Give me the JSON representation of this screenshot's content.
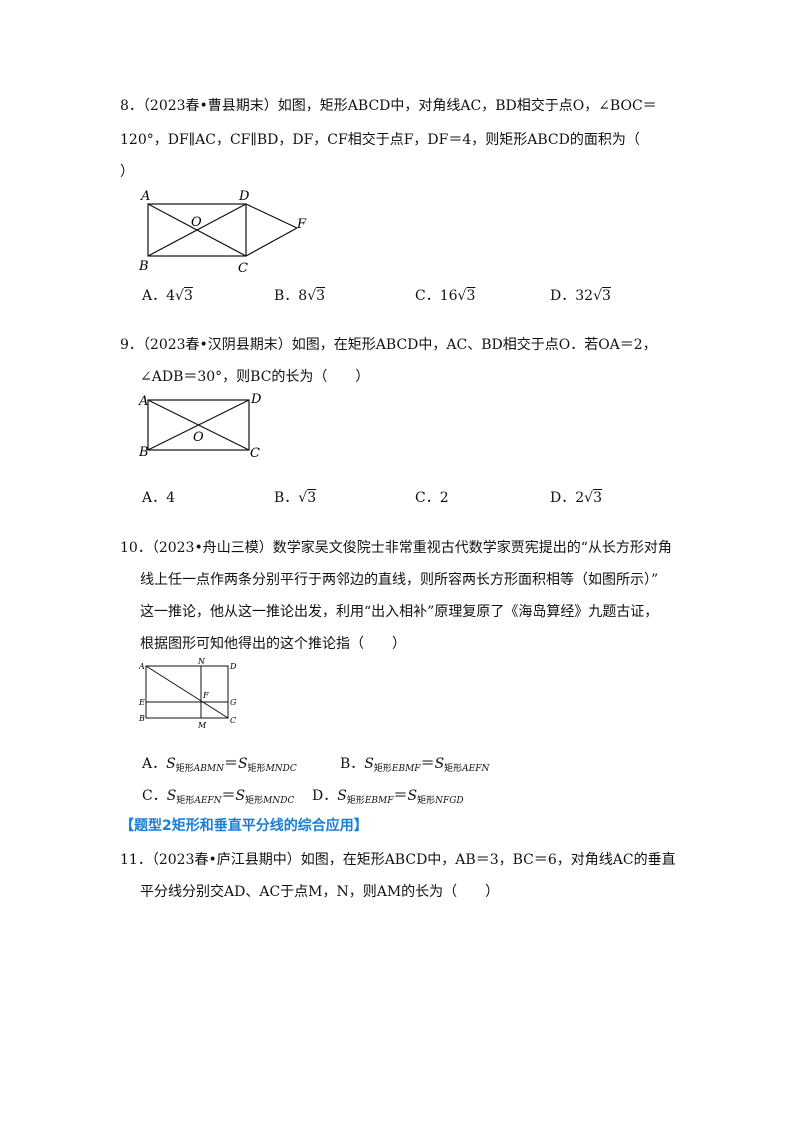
{
  "q8": {
    "line1": "8．（2023春•曹县期末）如图，矩形ABCD中，对角线AC，BD相交于点O，∠BOC＝",
    "line2": "120°，DF∥AC，CF∥BD，DF，CF相交于点F，DF＝4，则矩形ABCD的面积为（",
    "line3": "）",
    "labels": {
      "A": "A",
      "B": "B",
      "C": "C",
      "D": "D",
      "O": "O",
      "F": "F"
    },
    "options": [
      {
        "key": "A．",
        "coef": "4",
        "rad": "3"
      },
      {
        "key": "B．",
        "coef": "8",
        "rad": "3"
      },
      {
        "key": "C．",
        "coef": "16",
        "rad": "3"
      },
      {
        "key": "D．",
        "coef": "32",
        "rad": "3"
      }
    ]
  },
  "q9": {
    "line1": "9．（2023春•汉阴县期末）如图，在矩形ABCD中，AC、BD相交于点O．若OA＝2，",
    "line2": "∠ADB＝30°，则BC的长为（　　）",
    "labels": {
      "A": "A",
      "B": "B",
      "C": "C",
      "D": "D",
      "O": "O"
    },
    "options": [
      {
        "key": "A．",
        "text": "4"
      },
      {
        "key": "B．",
        "coef": "",
        "rad": "3"
      },
      {
        "key": "C．",
        "text": "2"
      },
      {
        "key": "D．",
        "coef": "2",
        "rad": "3"
      }
    ]
  },
  "q10": {
    "line1": "10．（2023•舟山三模）数学家吴文俊院士非常重视古代数学家贾宪提出的“从长方形对角",
    "line2": "线上任一点作两条分别平行于两邻边的直线，则所容两长方形面积相等（如图所示）”",
    "line3": "这一推论，他从这一推论出发，利用“出入相补”原理复原了《海岛算经》九题古证，",
    "line4": "根据图形可知他得出的这个推论指（　　）",
    "labels": {
      "A": "A",
      "N": "N",
      "D": "D",
      "E": "E",
      "F": "F",
      "G": "G",
      "B": "B",
      "M": "M",
      "C": "C"
    },
    "options": [
      {
        "key": "A．",
        "s": "S",
        "r": "矩形",
        "n1": "ABMN",
        "eq": "＝",
        "n2": "MNDC"
      },
      {
        "key": "B．",
        "s": "S",
        "r": "矩形",
        "n1": "EBMF",
        "eq": "＝",
        "n2": "AEFN"
      },
      {
        "key": "C．",
        "s": "S",
        "r": "矩形",
        "n1": "AEFN",
        "eq": "＝",
        "n2": "MNDC"
      },
      {
        "key": "D．",
        "s": "S",
        "r": "矩形",
        "n1": "EBMF",
        "eq": "＝",
        "n2": "NFGD"
      }
    ]
  },
  "heading": "【题型2矩形和垂直平分线的综合应用】",
  "q11": {
    "line1": "11．（2023春•庐江县期中）如图，在矩形ABCD中，AB＝3，BC＝6，对角线AC的垂直",
    "line2": "平分线分别交AD、AC于点M，N，则AM的长为（　　）"
  }
}
